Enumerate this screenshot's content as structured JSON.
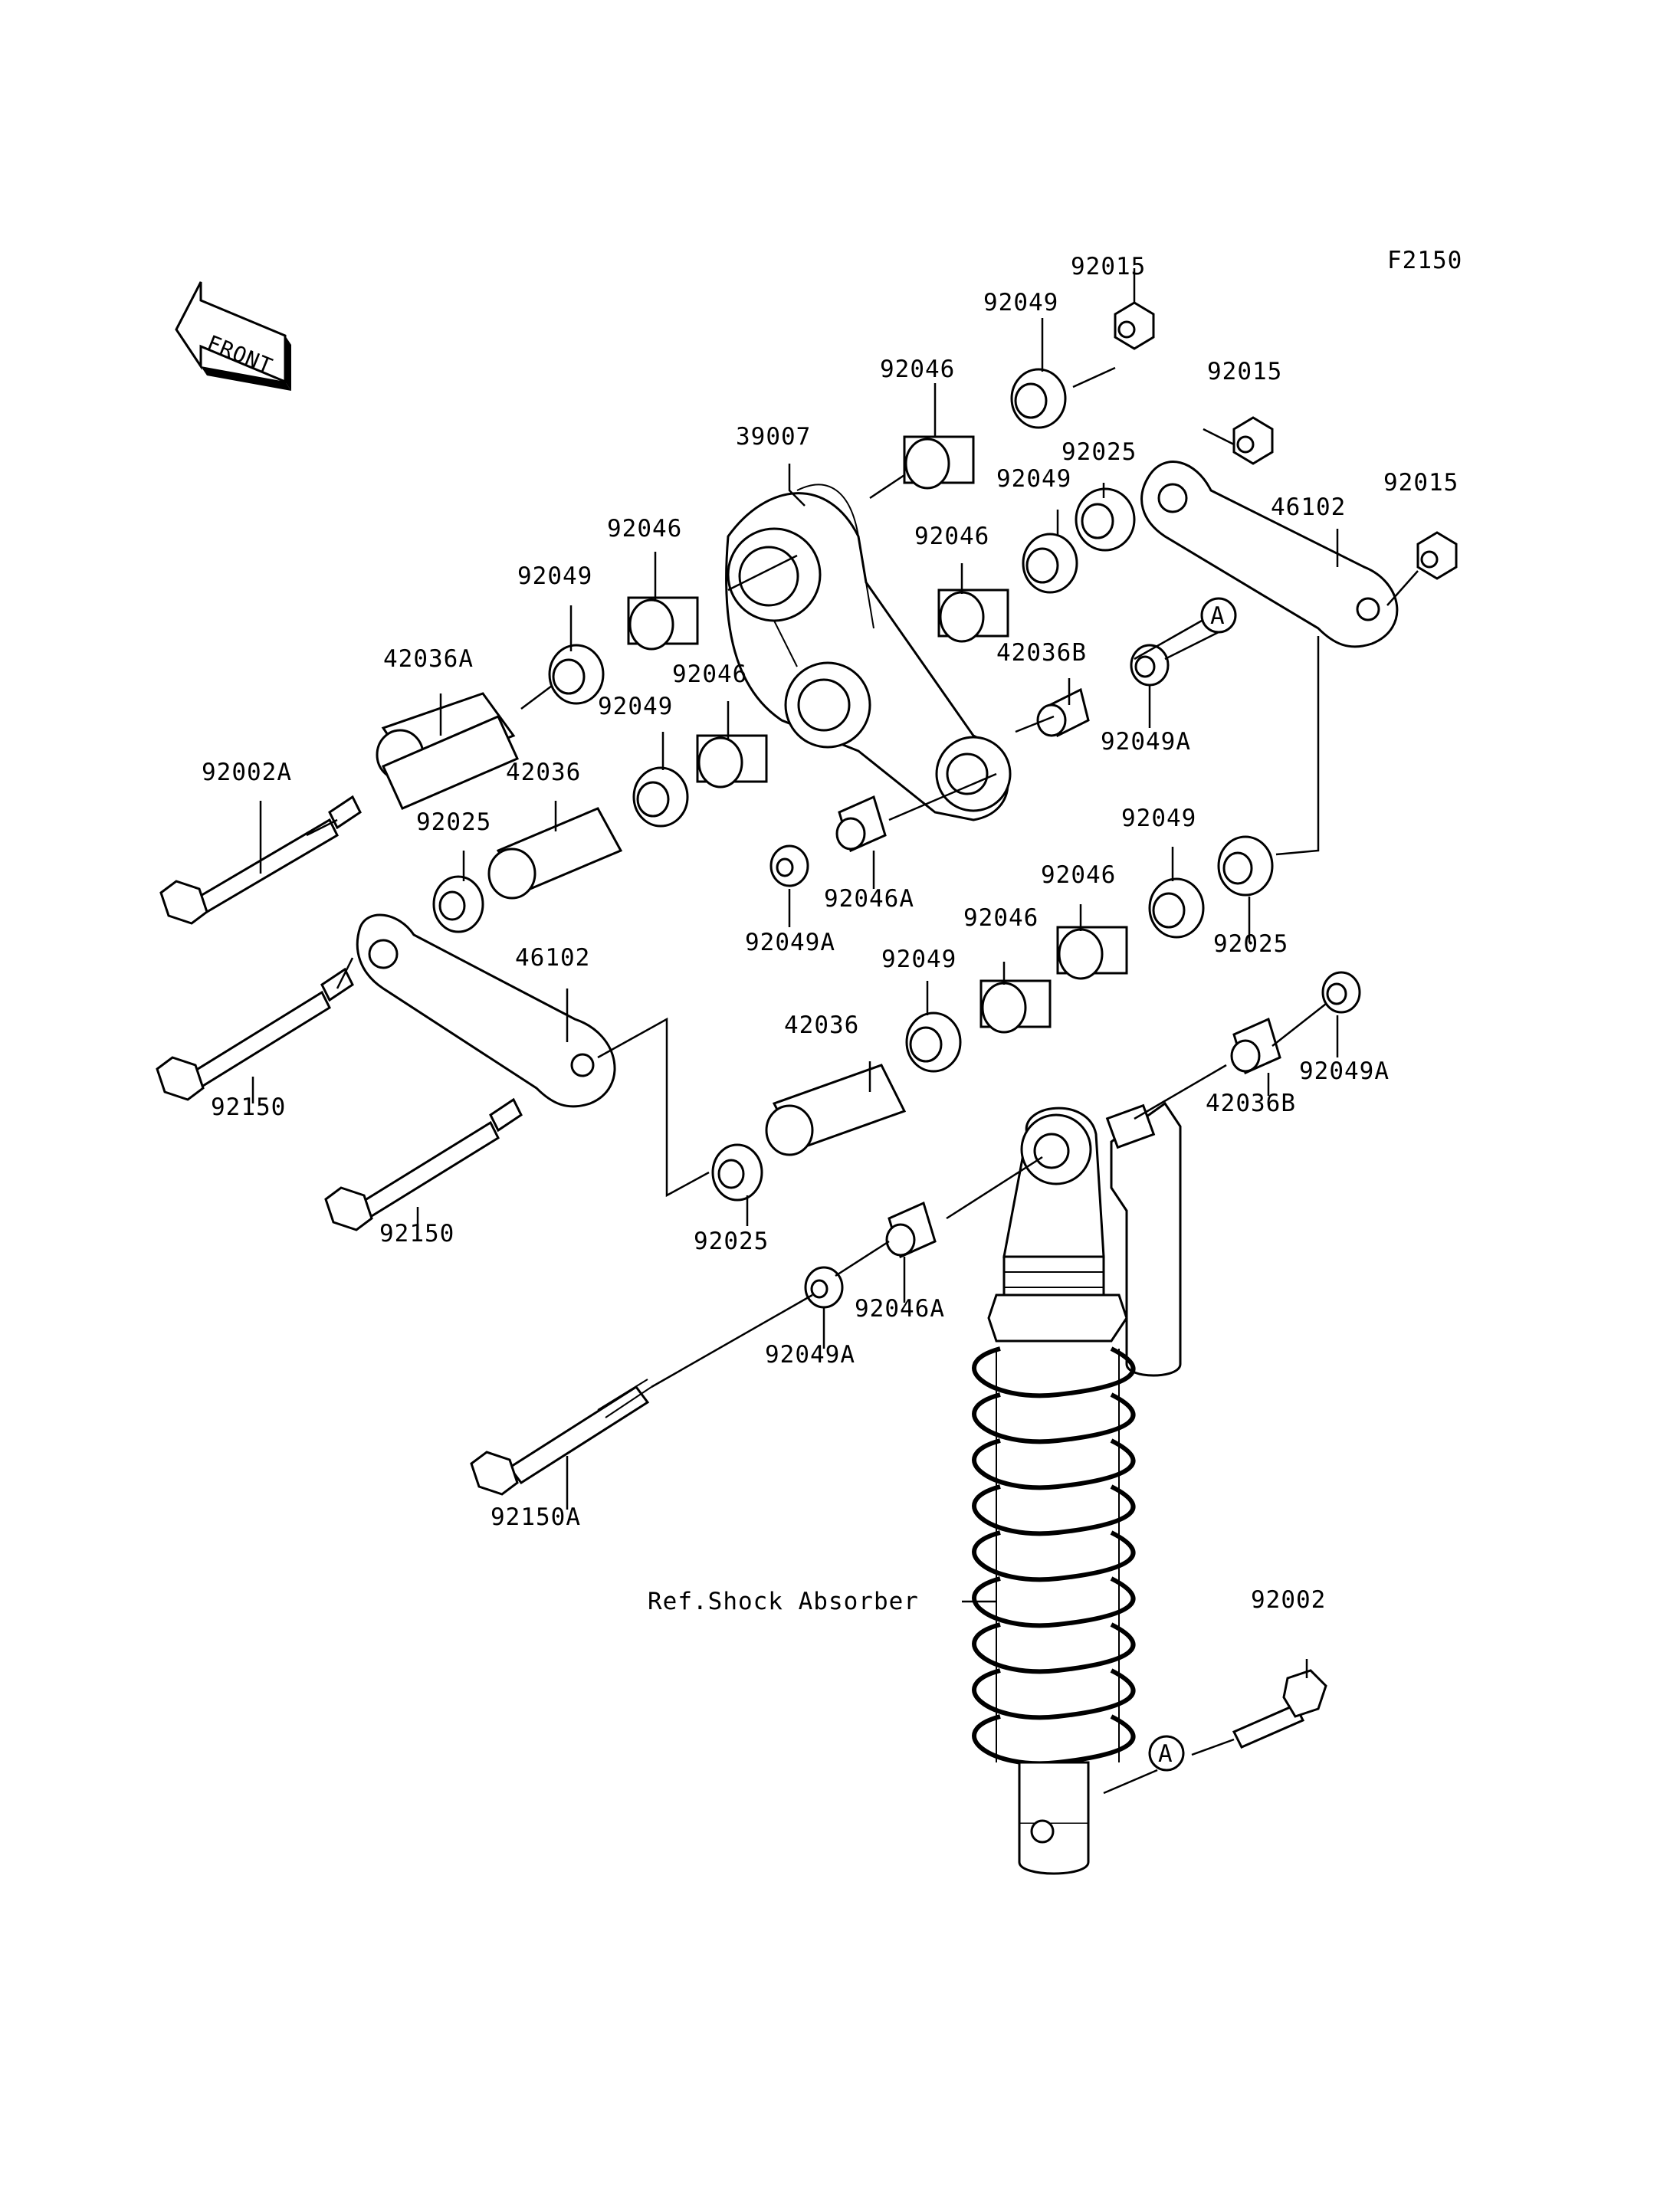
{
  "diagram": {
    "figure_code": "F2150",
    "front_indicator": "FRONT",
    "reference_note": "Ref.Shock Absorber",
    "callout_marker": "A",
    "part_labels": {
      "p92015_a": "92015",
      "p92015_b": "92015",
      "p92015_c": "92015",
      "p92049_a": "92049",
      "p92046_a": "92046",
      "p39007": "39007",
      "p92025_a": "92025",
      "p92049_b": "92049",
      "p46102_a": "46102",
      "p92046_b": "92046",
      "p92046_c": "92046",
      "p92049_c": "92049",
      "p42036b_a": "42036B",
      "p42036a": "42036A",
      "p92046_d": "92046",
      "p92049_d": "92049",
      "p92049a_a": "92049A",
      "p92002a": "92002A",
      "p42036_a": "42036",
      "p92025_b": "92025",
      "p92049_e": "92049",
      "p92046_e": "92046",
      "p92046a_a": "92046A",
      "p92049a_b": "92049A",
      "p92046_f": "92046",
      "p46102_b": "46102",
      "p92025_c": "92025",
      "p92049_f": "92049",
      "p42036_b": "42036",
      "p92049a_c": "92049A",
      "p92150_a": "92150",
      "p42036b_b": "42036B",
      "p92150_b": "92150",
      "p92025_d": "92025",
      "p92046a_b": "92046A",
      "p92049a_d": "92049A",
      "p92150a": "92150A",
      "p92002": "92002"
    }
  }
}
